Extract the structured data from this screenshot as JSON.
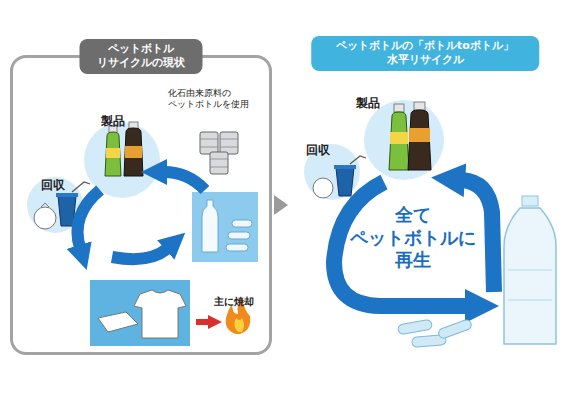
{
  "diagram": {
    "nodes": [
      {
        "text": [
          "ペットボトル リサイクルの現状"
        ]
      },
      {
        "text": [
          "製品"
        ],
        "in": 0
      },
      {
        "text": [
          "回収"
        ],
        "in": 0
      },
      {
        "text": [
          "ペットボトルの「ボトルtoボトル」 水平リサイクル"
        ]
      },
      {
        "text": [
          "製品"
        ],
        "in": 3
      },
      {
        "text": [
          "回収"
        ],
        "in": 3
      }
    ],
    "edges": [
      {
        "from": 0,
        "to": 3,
        "arrow": "to"
      }
    ],
    "labels": [
      "化石由来原料の ペットボトルを使用",
      "主に焼却",
      "全て ペットボトルに 再生"
    ]
  }
}
